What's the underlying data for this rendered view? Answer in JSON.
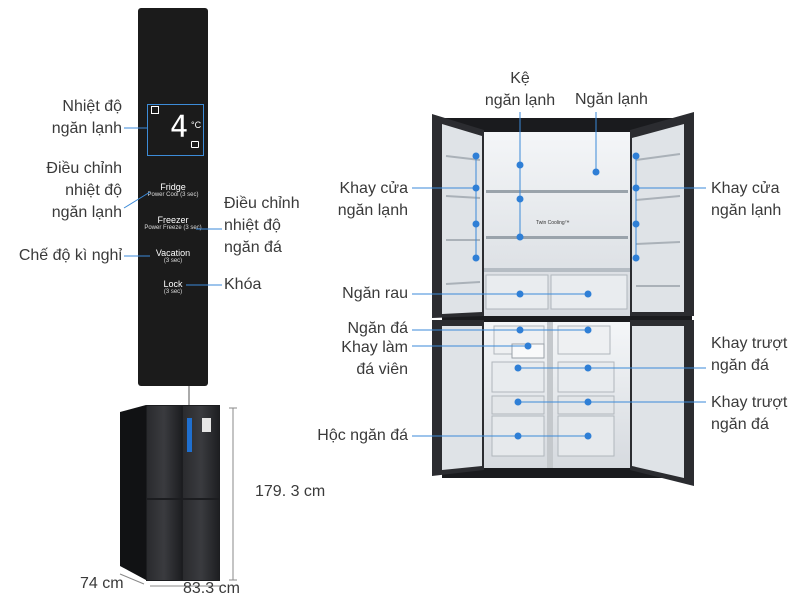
{
  "panel": {
    "temperature": "4",
    "unit": "°C",
    "buttons": [
      {
        "name": "Fridge",
        "sub": "Power Cool (3 sec)"
      },
      {
        "name": "Freezer",
        "sub": "Power Freeze (3 sec)"
      },
      {
        "name": "Vacation",
        "sub": "(3 sec)"
      },
      {
        "name": "Lock",
        "sub": "(3 sec)"
      }
    ]
  },
  "left_labels": {
    "fridge_temp": [
      "Nhiệt độ",
      "ngăn lạnh"
    ],
    "fridge_adjust": [
      "Điều chỉnh",
      "nhiệt độ",
      "ngăn lạnh"
    ],
    "freezer_adjust": [
      "Điều chỉnh",
      "nhiệt độ",
      "ngăn đá"
    ],
    "vacation": "Chế độ kì nghỉ",
    "lock": "Khóa"
  },
  "dimensions": {
    "height": "179. 3 cm",
    "depth": "74 cm",
    "width": "83.3 cm"
  },
  "fridge_labels": {
    "shelf": [
      "Kệ",
      "ngăn lạnh"
    ],
    "fridge_compartment": "Ngăn lạnh",
    "door_tray_left": [
      "Khay cửa",
      "ngăn lạnh"
    ],
    "door_tray_right": [
      "Khay cửa",
      "ngăn lạnh"
    ],
    "crisper": "Ngăn rau",
    "freezer": "Ngăn đá",
    "ice_tray": [
      "Khay làm",
      "đá viên"
    ],
    "slide_tray_1": [
      "Khay trượt",
      "ngăn đá"
    ],
    "slide_tray_2": [
      "Khay trượt",
      "ngăn đá"
    ],
    "freezer_drawer": "Hộc ngăn đá"
  },
  "inner_text": "Twin Cooling™",
  "colors": {
    "accent": "#2f7fd6",
    "line": "#3b8ad8",
    "body": "#1e1f22"
  }
}
